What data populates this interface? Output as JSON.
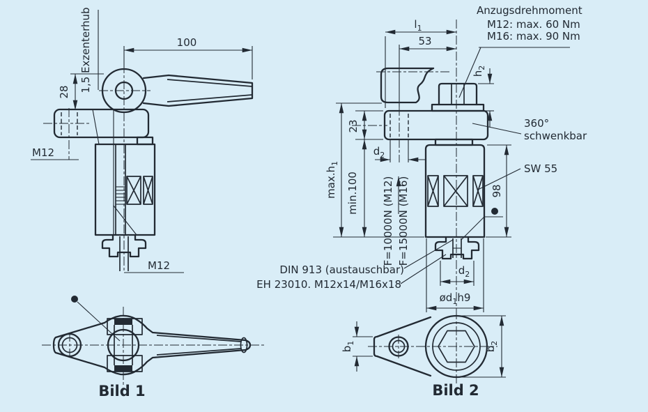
{
  "colors": {
    "background": "#d9edf7",
    "line": "#222a33"
  },
  "fl": {
    "dim_100": "100",
    "dim_28": "28",
    "exzenterhub": "1,5 Exzenterhub",
    "m12_side": "M12",
    "m12_bottom": "M12",
    "caption": "Bild 1"
  },
  "fr": {
    "dim_l": "l",
    "sub_1": "1",
    "dim_53": "53",
    "dim_h": "h",
    "sub_2": "2",
    "dim_23": "23",
    "dim_max_h": "max.h",
    "dim_min_100": "min.100",
    "dim_98": "98",
    "dim_d": "d",
    "dim_od": "ød",
    "od_suffix": "h9",
    "force_m12": "F=10000N (M12)",
    "force_m16": "F=15000N (M16)",
    "sw": "SW 55",
    "swivel_1": "360°",
    "swivel_2": "schwenkbar",
    "dim_b": "b",
    "caption": "Bild 2"
  },
  "nt": {
    "torque_title": "Anzugsdrehmoment",
    "torque_m12": "M12: max. 60 Nm",
    "torque_m16": "M16: max. 90 Nm",
    "din": "DIN 913 (austauschbar)",
    "eh": "EH 23010.  M12x14/M16x18"
  }
}
